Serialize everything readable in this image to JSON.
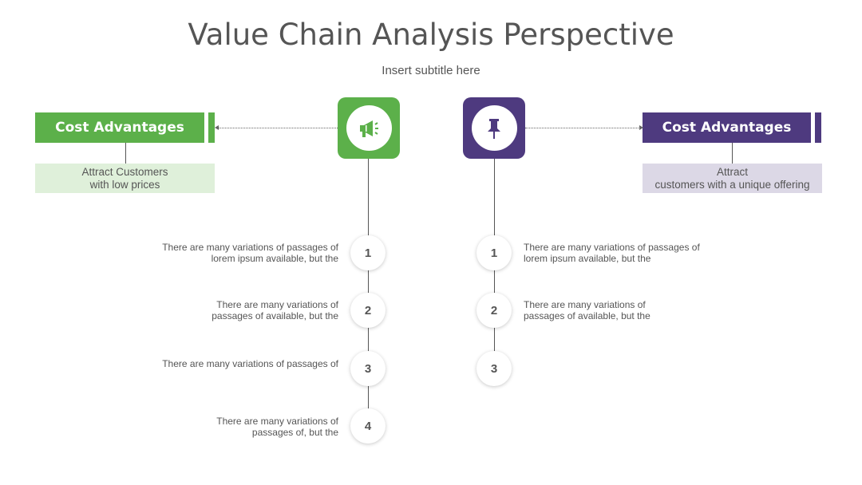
{
  "title": "Value Chain Analysis Perspective",
  "subtitle": "Insert subtitle here",
  "colors": {
    "green": "#5cb04a",
    "green_light": "#dff0da",
    "purple": "#4e3a7f",
    "purple_light": "#dcd8e6",
    "text": "#555555"
  },
  "left": {
    "icon": "megaphone-icon",
    "heading": "Cost Advantages",
    "description": "Attract Customers\nwith low prices",
    "steps": [
      {
        "number": "1",
        "text": "There are many variations of passages of lorem ipsum available, but the"
      },
      {
        "number": "2",
        "text": "There are many variations of passages of available, but the"
      },
      {
        "number": "3",
        "text": "There are many variations of passages of"
      },
      {
        "number": "4",
        "text": "There are many variations of passages of, but the"
      }
    ]
  },
  "right": {
    "icon": "pushpin-icon",
    "heading": "Cost Advantages",
    "description": "Attract\ncustomers with a unique offering",
    "steps": [
      {
        "number": "1",
        "text": "There are many variations of passages of lorem ipsum available, but the"
      },
      {
        "number": "2",
        "text": "There are many variations of passages of available, but the"
      },
      {
        "number": "3",
        "text": ""
      }
    ]
  }
}
